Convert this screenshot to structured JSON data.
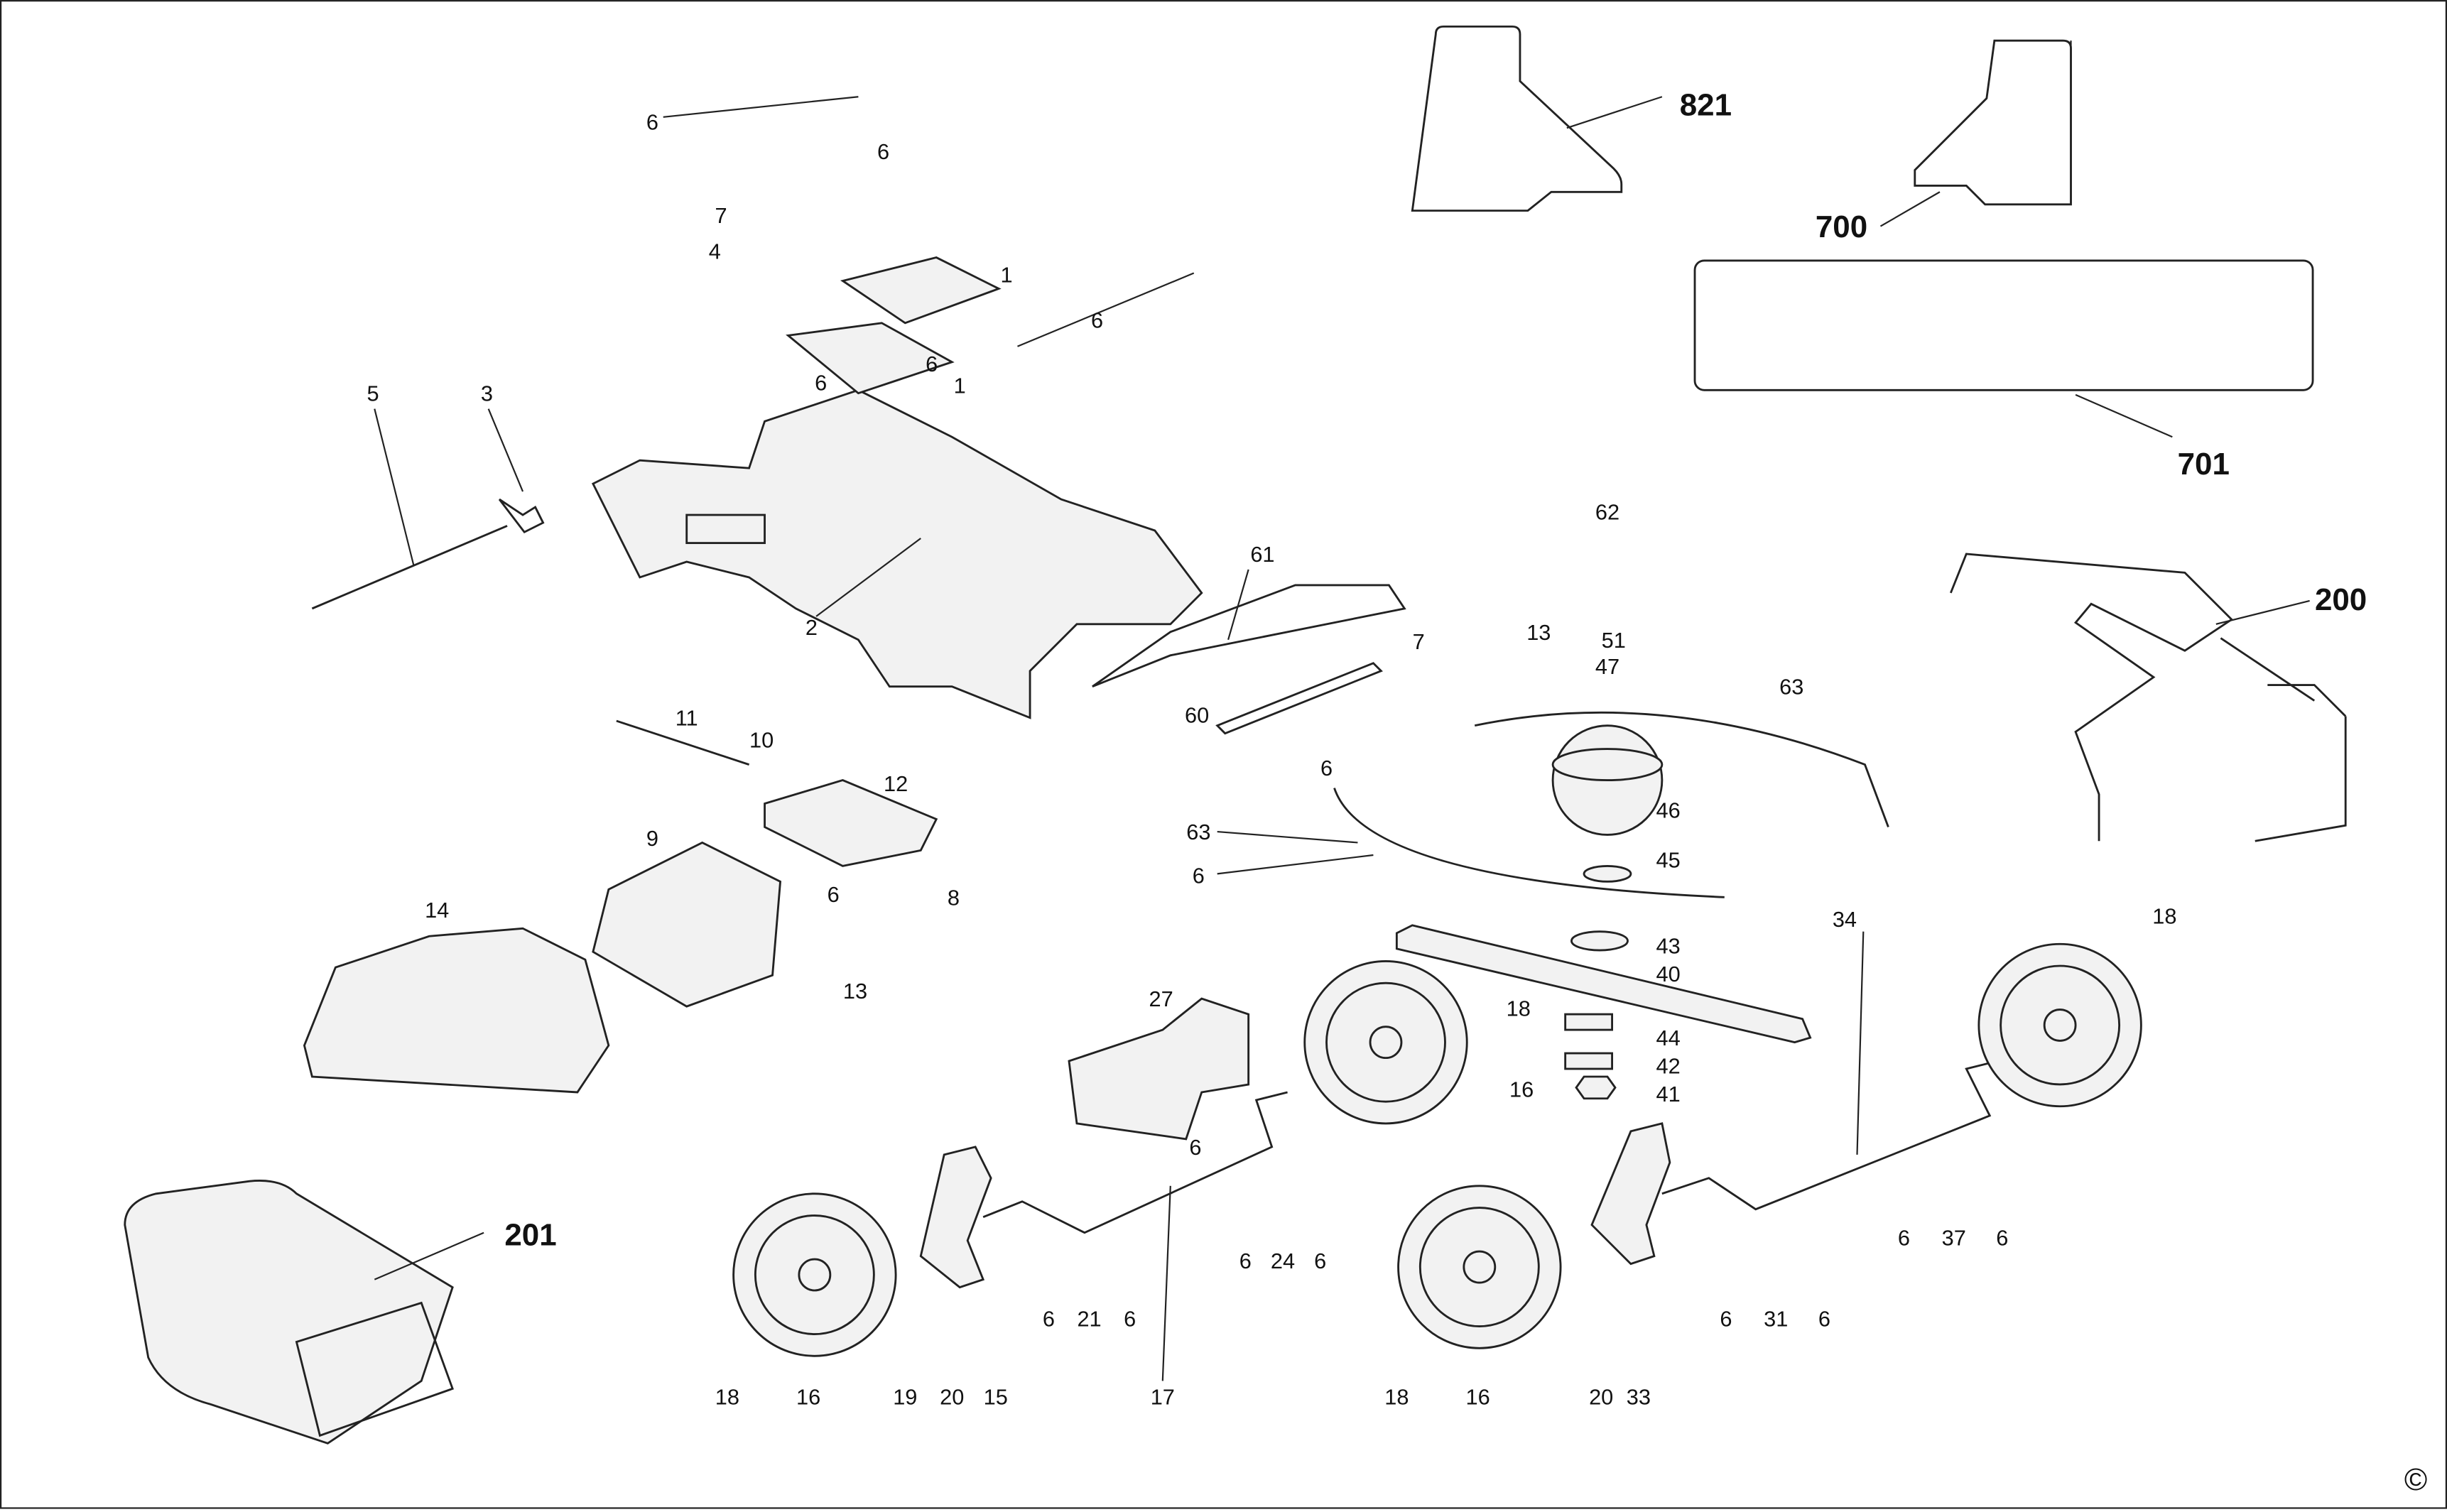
{
  "diagram": {
    "callouts_major": [
      "821",
      "700",
      "701",
      "200",
      "201"
    ],
    "callouts": [
      "6",
      "6",
      "7",
      "4",
      "1",
      "6",
      "6",
      "1",
      "6",
      "5",
      "3",
      "2",
      "61",
      "62",
      "13",
      "7",
      "51",
      "47",
      "63",
      "60",
      "6",
      "11",
      "10",
      "12",
      "46",
      "63",
      "6",
      "45",
      "9",
      "6",
      "8",
      "14",
      "13",
      "34",
      "18",
      "43",
      "40",
      "27",
      "18",
      "44",
      "42",
      "16",
      "41",
      "6",
      "6",
      "24",
      "6",
      "6",
      "37",
      "6",
      "6",
      "21",
      "6",
      "6",
      "31",
      "6",
      "18",
      "16",
      "19",
      "20",
      "15",
      "17",
      "18",
      "16",
      "20",
      "33"
    ],
    "copyright": "©"
  }
}
